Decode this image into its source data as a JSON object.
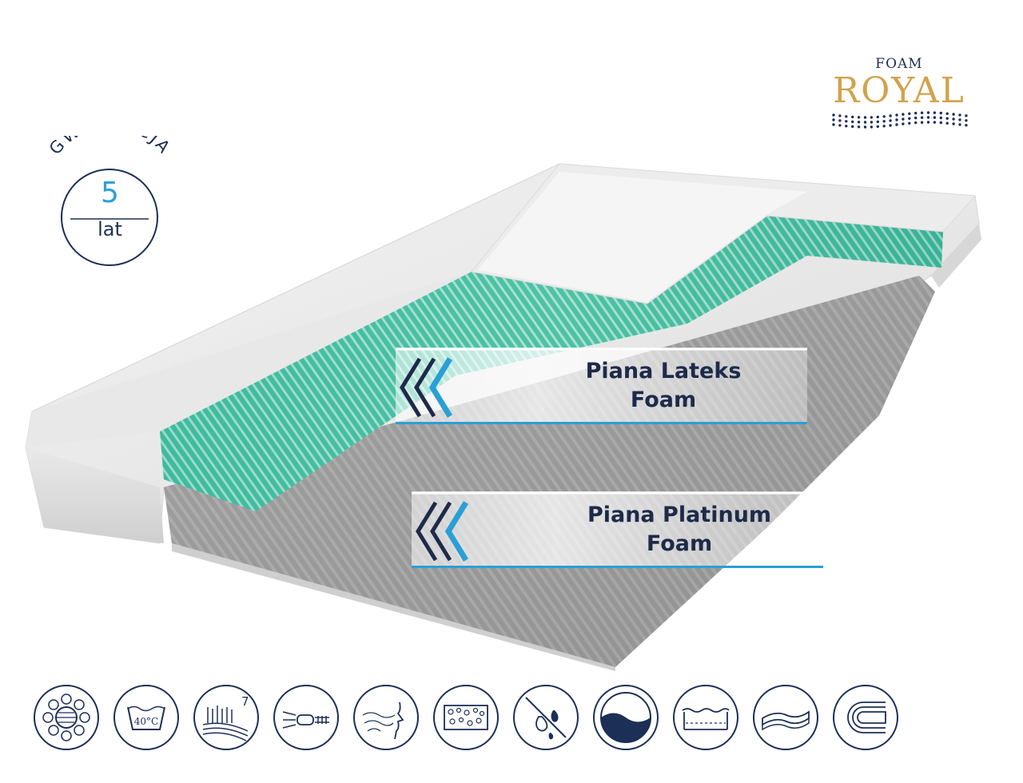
{
  "logo": {
    "top_text": "FOAM",
    "main_text": "ROYAL",
    "colors": {
      "navy": "#1c2d5a",
      "gold": "#d2a24c"
    }
  },
  "badge": {
    "arc_text": "GWARANCJA",
    "number": "5",
    "unit": "lat",
    "colors": {
      "ring": "#1b2f57",
      "number": "#2f9fd8"
    }
  },
  "layers": [
    {
      "line1": "Piana Lateks",
      "line2": "Foam",
      "icon": "triple-chevron-left-icon"
    },
    {
      "line1": "Piana Platinum",
      "line2": "Foam",
      "icon": "triple-chevron-left-icon"
    }
  ],
  "accent_color": "#2a9fd6",
  "feature_icons": [
    {
      "name": "antiallergic-fabric-icon"
    },
    {
      "name": "wash-40c-icon",
      "label": "40°C"
    },
    {
      "name": "seven-zones-icon",
      "label": "7"
    },
    {
      "name": "zipper-cover-icon"
    },
    {
      "name": "breathable-air-icon"
    },
    {
      "name": "ventilation-holes-icon"
    },
    {
      "name": "no-moisture-icon"
    },
    {
      "name": "two-sided-icon"
    },
    {
      "name": "quilted-cover-icon"
    },
    {
      "name": "flexible-mattress-icon"
    },
    {
      "name": "rolled-packing-icon"
    }
  ]
}
